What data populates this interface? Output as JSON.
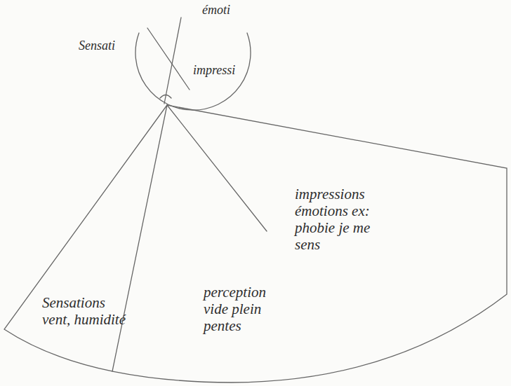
{
  "diagram": {
    "nodes": [
      {
        "text": [
          "Sensati",
          "émoti",
          "impressi"
        ]
      },
      {
        "text": [
          "Sensations vent, humidité",
          "perception vide plein pentes",
          "impressions émotions ex: phobie je me sens"
        ]
      }
    ]
  }
}
